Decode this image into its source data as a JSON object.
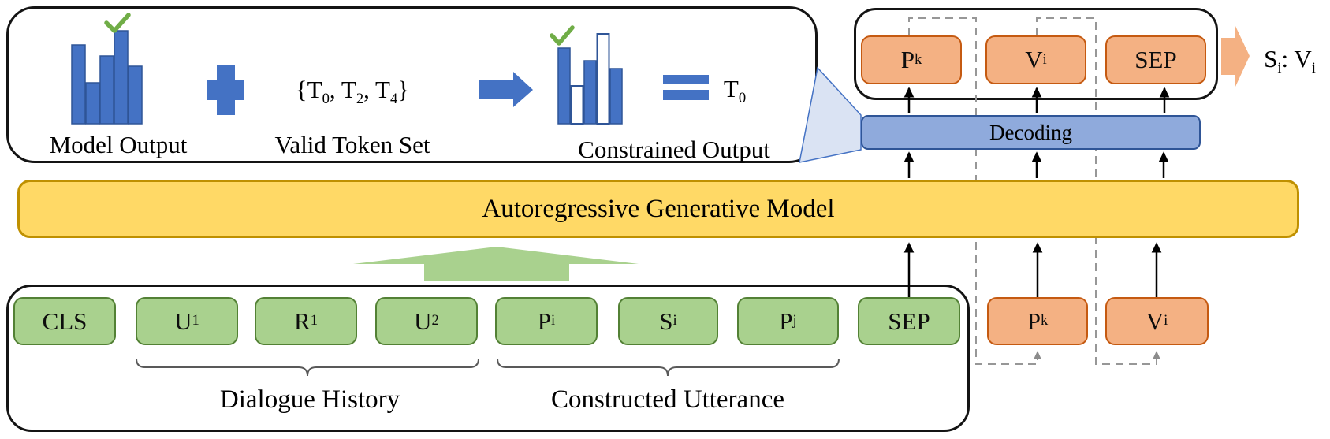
{
  "constrained_decoding_panel": {
    "model_output_label": "Model Output",
    "plus_icon": "plus-sign",
    "valid_token_set": {
      "open": "{T",
      "sub_a": "0",
      "mid_ab": ", T",
      "sub_b": "2",
      "mid_bc": ", T",
      "sub_c": "4",
      "close": "}"
    },
    "valid_token_set_label": "Valid Token Set",
    "arrow_icon": "right-arrow",
    "constrained_output_label": "Constrained Output",
    "equals_icon": "equals-sign",
    "selected_token": {
      "base": "T",
      "sub": "0"
    },
    "model_output_bars": [
      100,
      52,
      86,
      118,
      73
    ],
    "constrained_output_bars": [
      96,
      48,
      80,
      114,
      70
    ],
    "constrained_bars_masked": [
      false,
      true,
      false,
      true,
      false
    ]
  },
  "decoder": {
    "decoding_label": "Decoding",
    "output_tokens": [
      {
        "base": "P",
        "sub": "k"
      },
      {
        "base": "V",
        "sub": "i"
      },
      {
        "base": "SEP",
        "sub": ""
      }
    ],
    "result": {
      "base": "S",
      "sub1": "i",
      "mid": ": V",
      "sub2": "i"
    }
  },
  "model": {
    "label": "Autoregressive Generative Model"
  },
  "input": {
    "tokens": [
      {
        "base": "CLS",
        "sub": ""
      },
      {
        "base": "U",
        "sub": "1"
      },
      {
        "base": "R",
        "sub": "1"
      },
      {
        "base": "U",
        "sub": "2"
      },
      {
        "base": "P",
        "sub": "i"
      },
      {
        "base": "S",
        "sub": "i"
      },
      {
        "base": "P",
        "sub": "j"
      },
      {
        "base": "SEP",
        "sub": ""
      }
    ],
    "dialogue_history_label": "Dialogue History",
    "constructed_utterance_label": "Constructed Utterance"
  },
  "feedback_tokens": [
    {
      "base": "P",
      "sub": "k"
    },
    {
      "base": "V",
      "sub": "i"
    }
  ],
  "colors": {
    "token_green_fill": "#a9d18e",
    "token_green_border": "#538135",
    "token_orange_fill": "#f4b183",
    "token_orange_border": "#c55a11",
    "model_yellow_fill": "#ffd966",
    "model_yellow_border": "#bf9000",
    "decoding_blue_fill": "#8faadc",
    "decoding_blue_border": "#2f5597",
    "glyph_blue": "#4472c4",
    "check_green": "#70ad47",
    "funnel_fill": "#dae3f3",
    "dashed_gray": "#979797"
  }
}
